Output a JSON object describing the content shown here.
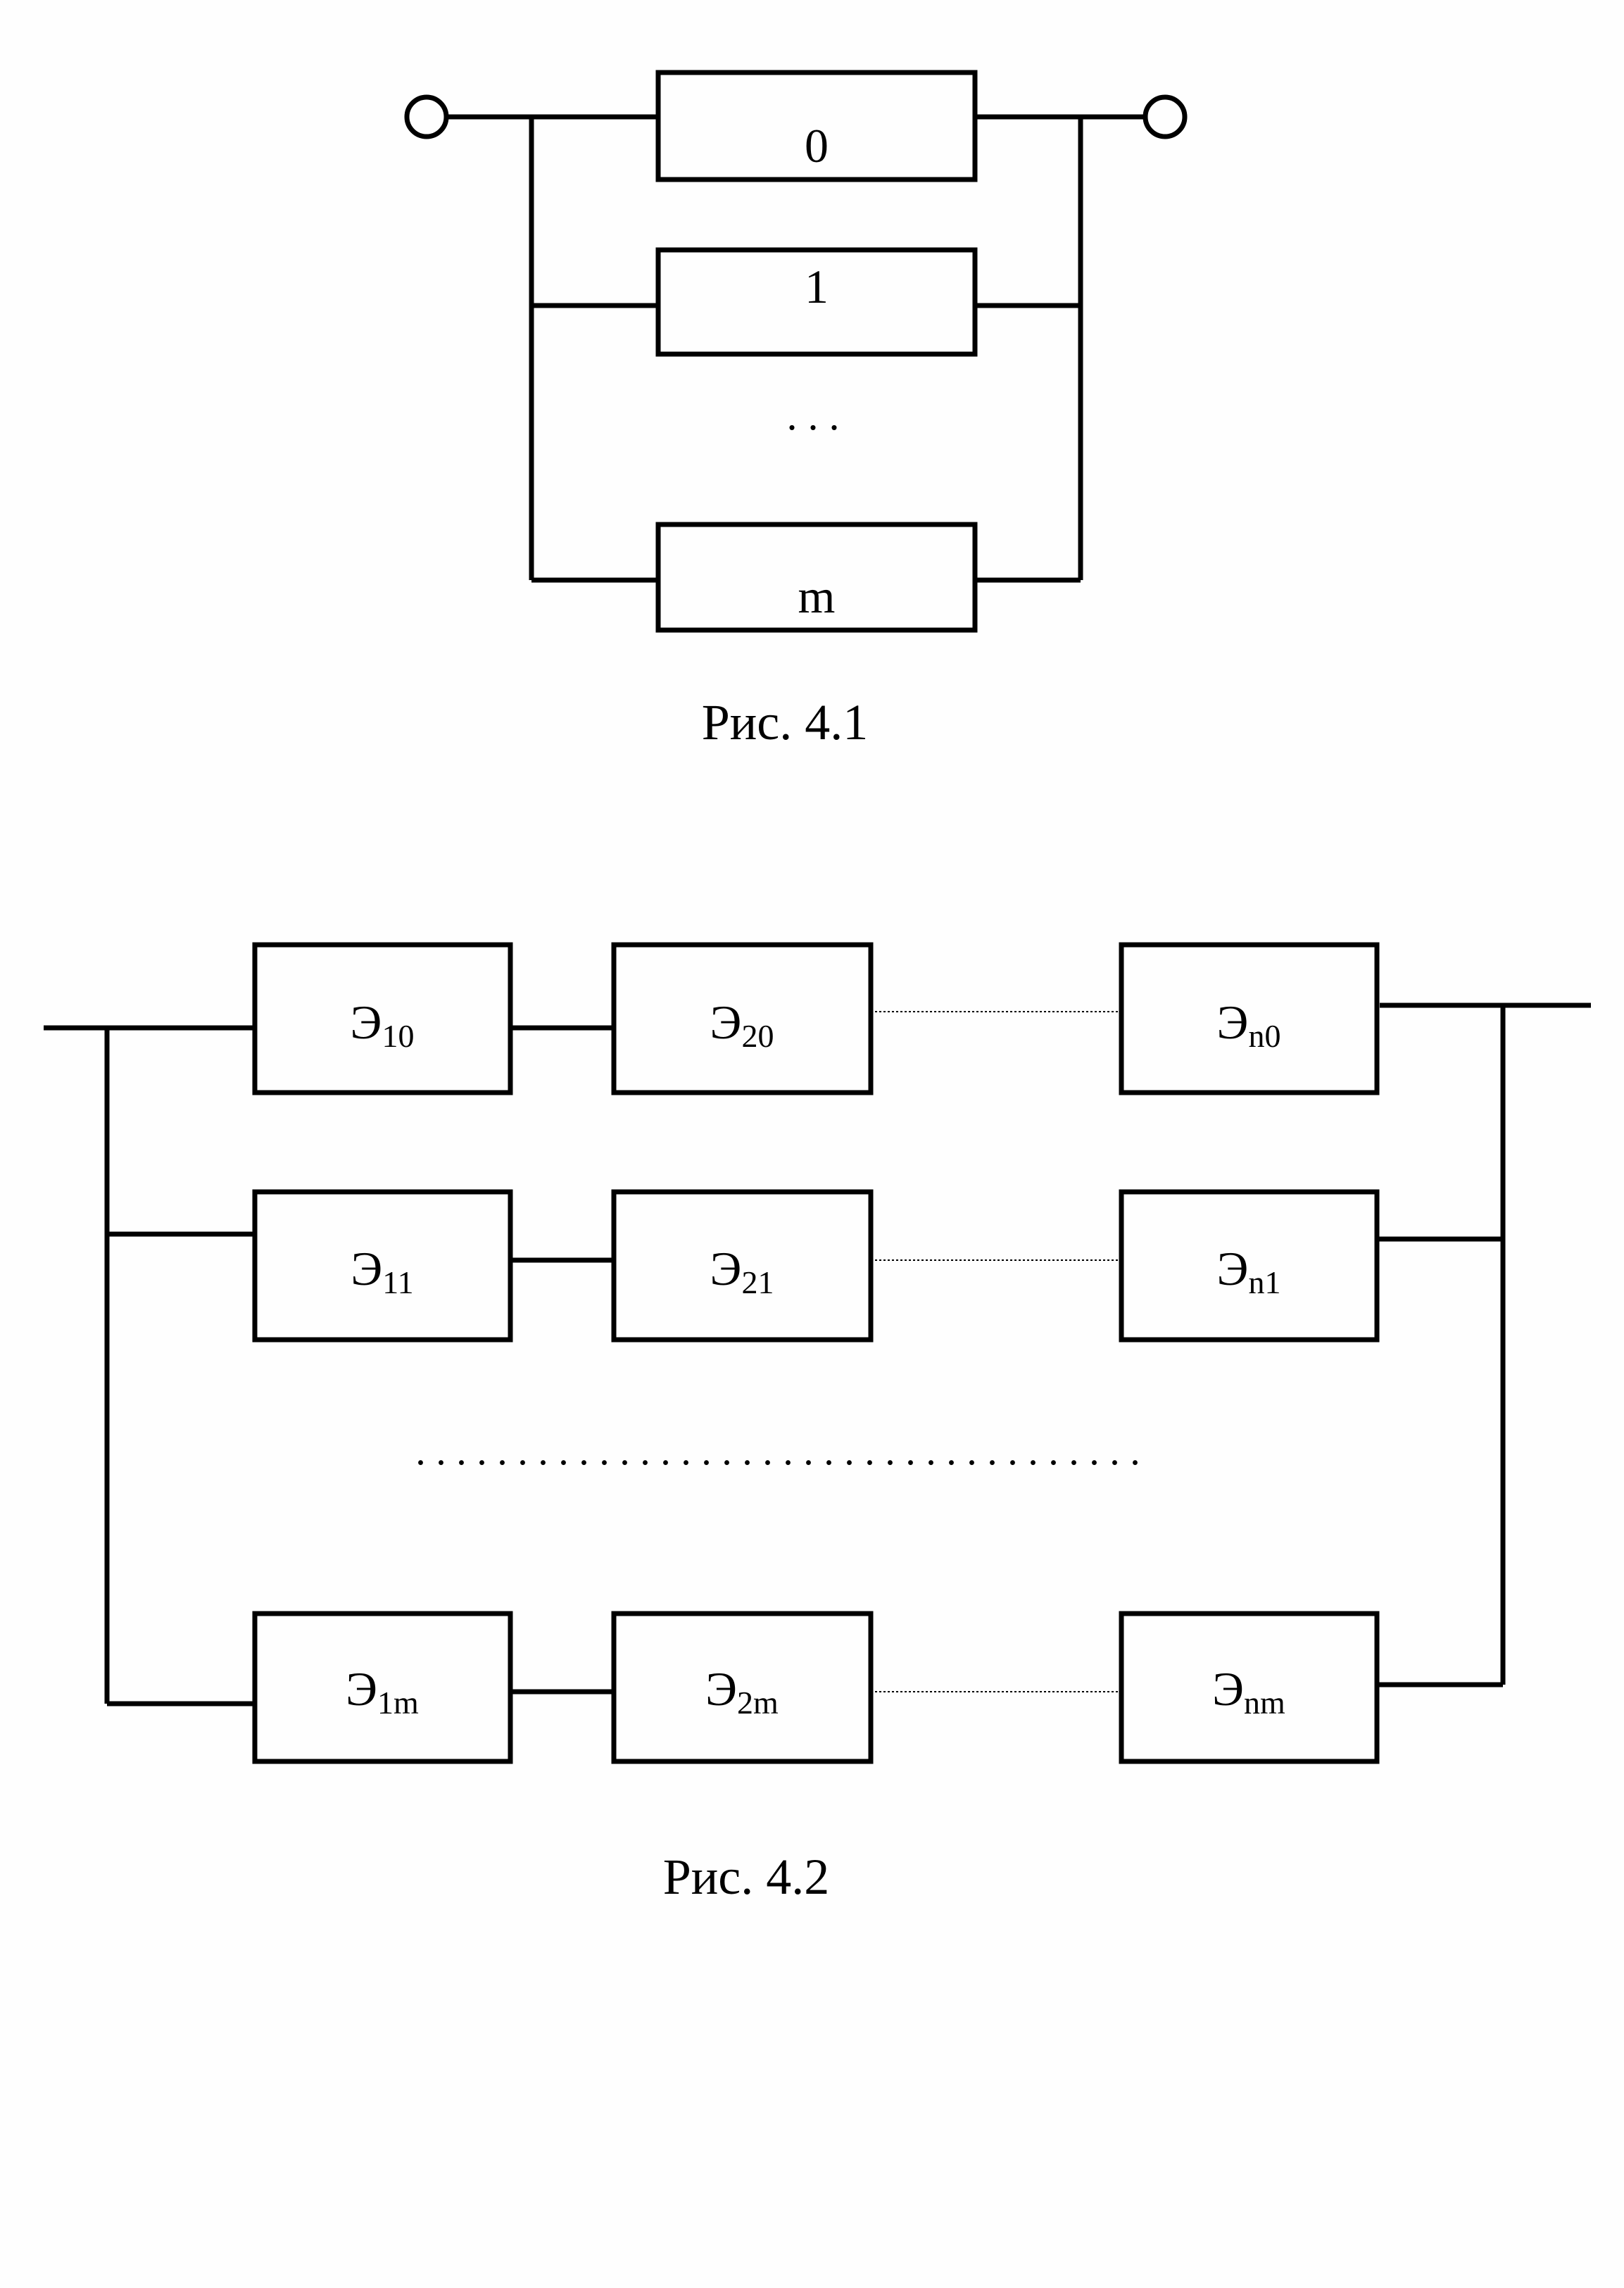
{
  "figure1": {
    "caption": "Рис. 4.1",
    "blocks": [
      {
        "label": "0"
      },
      {
        "label": "1"
      },
      {
        "label": "m"
      }
    ],
    "ellipsis": ". . ."
  },
  "figure2": {
    "caption": "Рис. 4.2",
    "rows": [
      {
        "cells": [
          {
            "main": "Э",
            "sub": "10"
          },
          {
            "main": "Э",
            "sub": "20"
          },
          {
            "main": "Э",
            "sub": "n0"
          }
        ]
      },
      {
        "cells": [
          {
            "main": "Э",
            "sub": "11"
          },
          {
            "main": "Э",
            "sub": "21"
          },
          {
            "main": "Э",
            "sub": "n1"
          }
        ]
      },
      {
        "cells": [
          {
            "main": "Э",
            "sub": "1m"
          },
          {
            "main": "Э",
            "sub": "2m"
          },
          {
            "main": "Э",
            "sub": "nm"
          }
        ]
      }
    ],
    "ellipsis": ". . . . . . . . . . . . . . . . . . . . . . . . . . . . . . . . . . . ."
  }
}
